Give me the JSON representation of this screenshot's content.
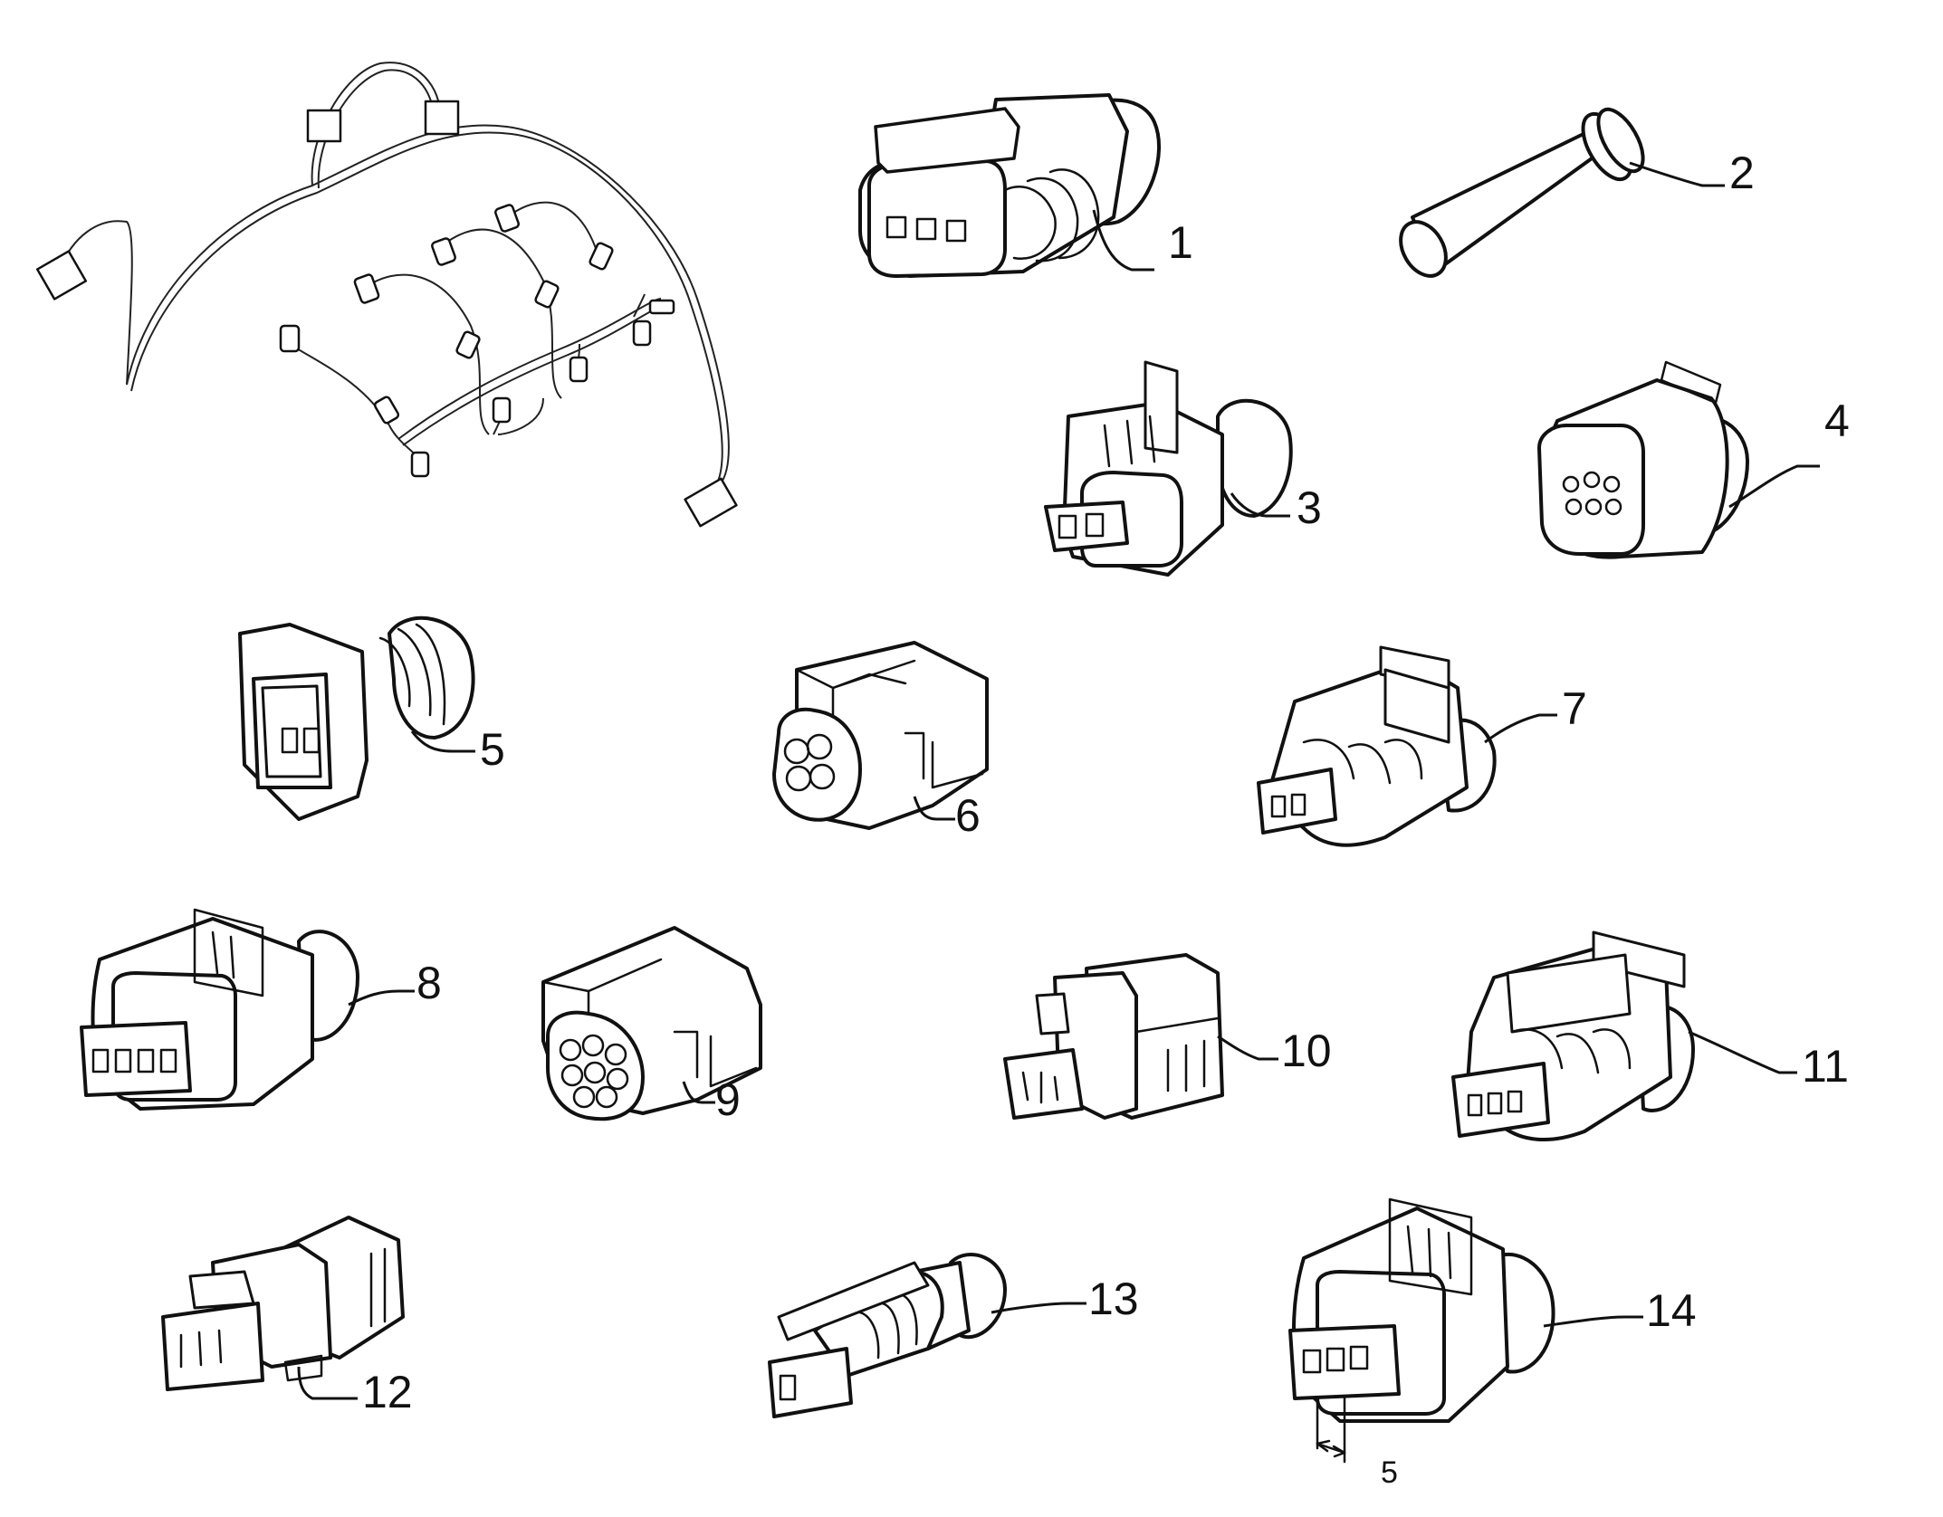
{
  "parts": [
    {
      "label": "1"
    },
    {
      "label": "2"
    },
    {
      "label": "3"
    },
    {
      "label": "4"
    },
    {
      "label": "5"
    },
    {
      "label": "6"
    },
    {
      "label": "7"
    },
    {
      "label": "8"
    },
    {
      "label": "9"
    },
    {
      "label": "10"
    },
    {
      "label": "11"
    },
    {
      "label": "12"
    },
    {
      "label": "13"
    },
    {
      "label": "14"
    }
  ],
  "dimension": {
    "value": "5"
  },
  "colors": {
    "line": "#111111",
    "background": "#ffffff"
  }
}
